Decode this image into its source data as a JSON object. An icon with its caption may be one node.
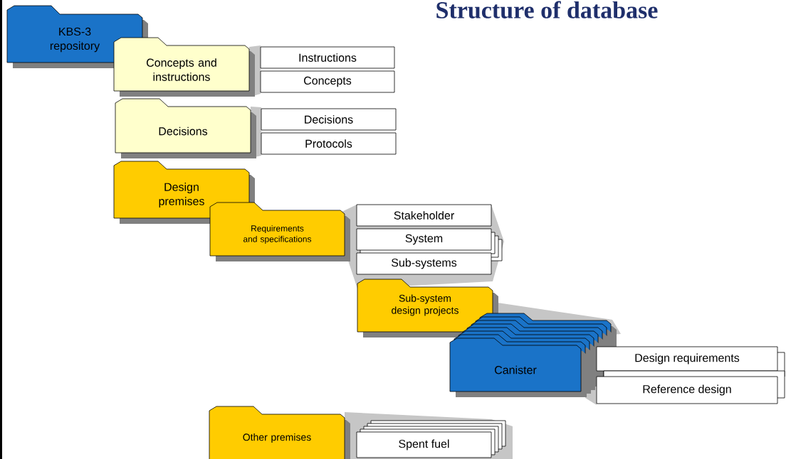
{
  "diagram": {
    "title": "Structure of database",
    "nodes": [
      {
        "text": [
          "KBS-3 repository"
        ]
      },
      {
        "text": [
          "Concepts and instructions"
        ]
      },
      {
        "text": [
          "Instructions"
        ]
      },
      {
        "text": [
          "Concepts"
        ]
      },
      {
        "text": [
          "Decisions"
        ]
      },
      {
        "text": [
          "Decisions"
        ]
      },
      {
        "text": [
          "Protocols"
        ]
      },
      {
        "text": [
          "Design premises"
        ]
      },
      {
        "text": [
          "Requirements and specifications"
        ]
      },
      {
        "text": [
          "Stakeholder"
        ]
      },
      {
        "text": [
          "System"
        ]
      },
      {
        "text": [
          "Sub-systems"
        ]
      },
      {
        "text": [
          "Sub-system design projects"
        ]
      },
      {
        "text": [
          "Canister"
        ]
      },
      {
        "text": [
          "Design requirements"
        ]
      },
      {
        "text": [
          "Reference design"
        ]
      },
      {
        "text": [
          "Other premises"
        ]
      },
      {
        "text": [
          "Spent fuel"
        ]
      }
    ]
  }
}
